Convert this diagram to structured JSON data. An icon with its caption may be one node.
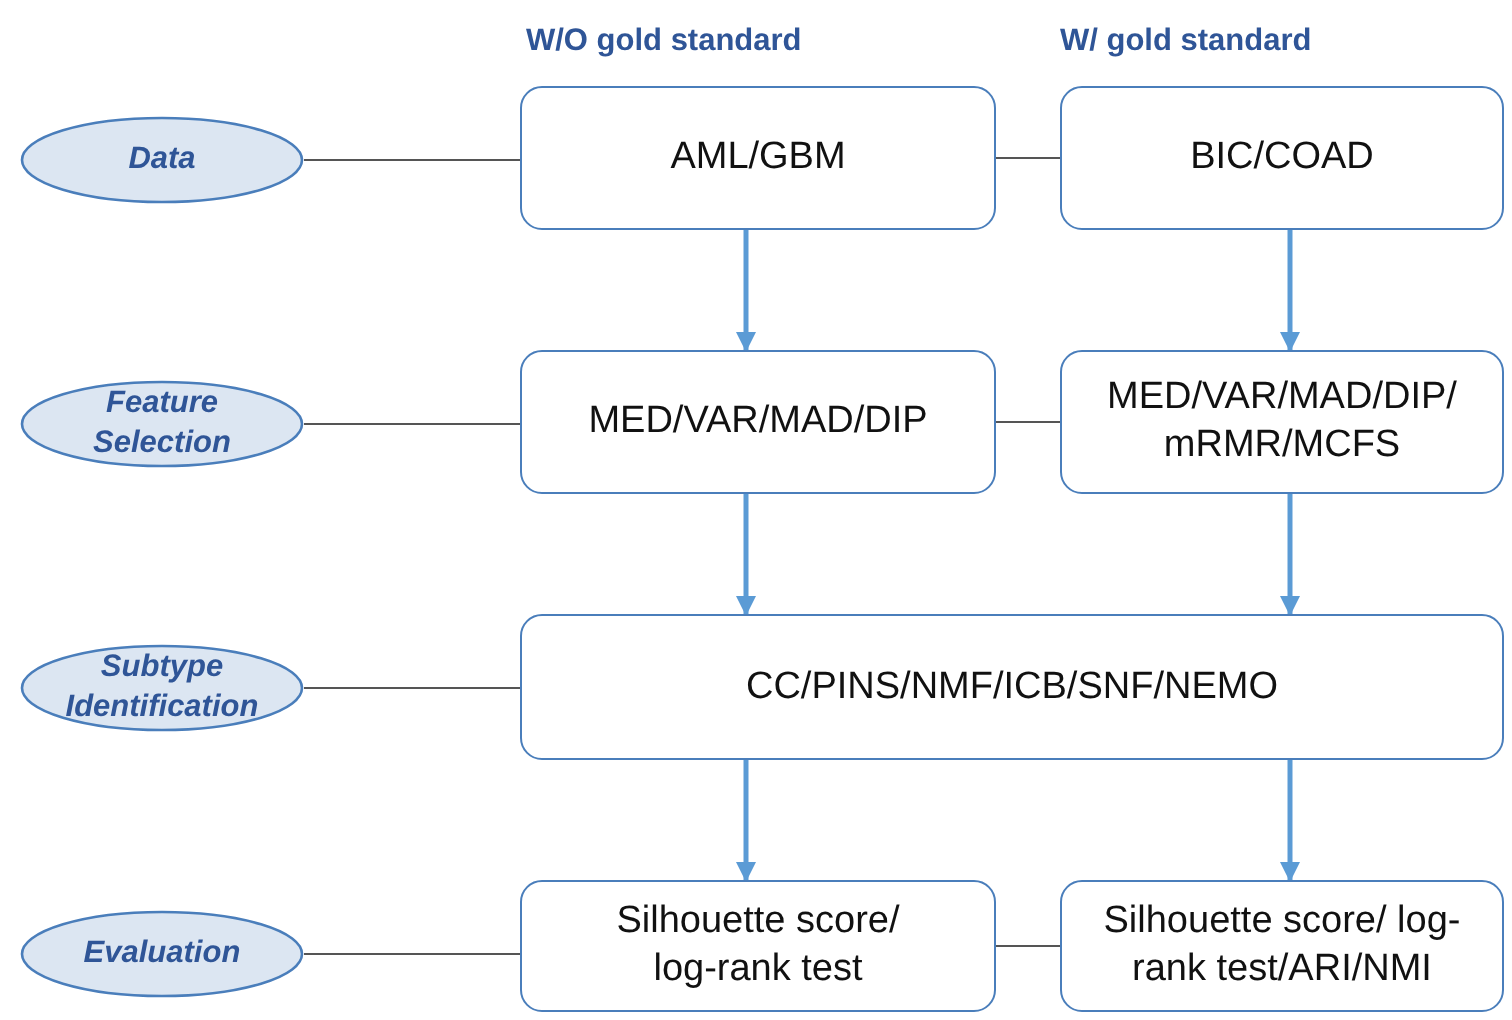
{
  "diagram": {
    "nodes": [
      {
        "text": [
          "Data"
        ]
      },
      {
        "text": [
          "AML/GBM"
        ]
      },
      {
        "text": [
          "BIC/COAD"
        ]
      },
      {
        "text": [
          "Feature Selection"
        ]
      },
      {
        "text": [
          "MED/VAR/MAD/DIP"
        ]
      },
      {
        "text": [
          "MED/VAR/MAD/DIP/ mRMR/MCFS"
        ]
      },
      {
        "text": [
          "Subtype Identification"
        ]
      },
      {
        "text": [
          "CC/PINS/NMF/ICB/SNF/NEMO"
        ]
      },
      {
        "text": [
          "Evaluation"
        ]
      },
      {
        "text": [
          "Silhouette score/ log-rank test"
        ]
      },
      {
        "text": [
          "Silhouette score/ log-rank test/ARI/NMI"
        ]
      }
    ],
    "edges": [
      {
        "from": 0,
        "to": 1,
        "arrow": "none"
      },
      {
        "from": 1,
        "to": 2,
        "arrow": "none"
      },
      {
        "from": 3,
        "to": 4,
        "arrow": "none"
      },
      {
        "from": 4,
        "to": 5,
        "arrow": "none"
      },
      {
        "from": 6,
        "to": 7,
        "arrow": "none"
      },
      {
        "from": 8,
        "to": 9,
        "arrow": "none"
      },
      {
        "from": 9,
        "to": 10,
        "arrow": "none"
      },
      {
        "from": 1,
        "to": 4,
        "arrow": "to",
        "style": "thick",
        "color": "#5b9bd5"
      },
      {
        "from": 2,
        "to": 5,
        "arrow": "to",
        "style": "thick",
        "color": "#5b9bd5"
      },
      {
        "from": 4,
        "to": 7,
        "arrow": "to",
        "style": "thick",
        "color": "#5b9bd5"
      },
      {
        "from": 5,
        "to": 7,
        "arrow": "to",
        "style": "thick",
        "color": "#5b9bd5"
      },
      {
        "from": 7,
        "to": 9,
        "arrow": "to",
        "style": "thick",
        "color": "#5b9bd5"
      },
      {
        "from": 7,
        "to": 10,
        "arrow": "to",
        "style": "thick",
        "color": "#5b9bd5"
      }
    ],
    "labels": [
      "W/O gold standard",
      "W/ gold standard"
    ]
  }
}
